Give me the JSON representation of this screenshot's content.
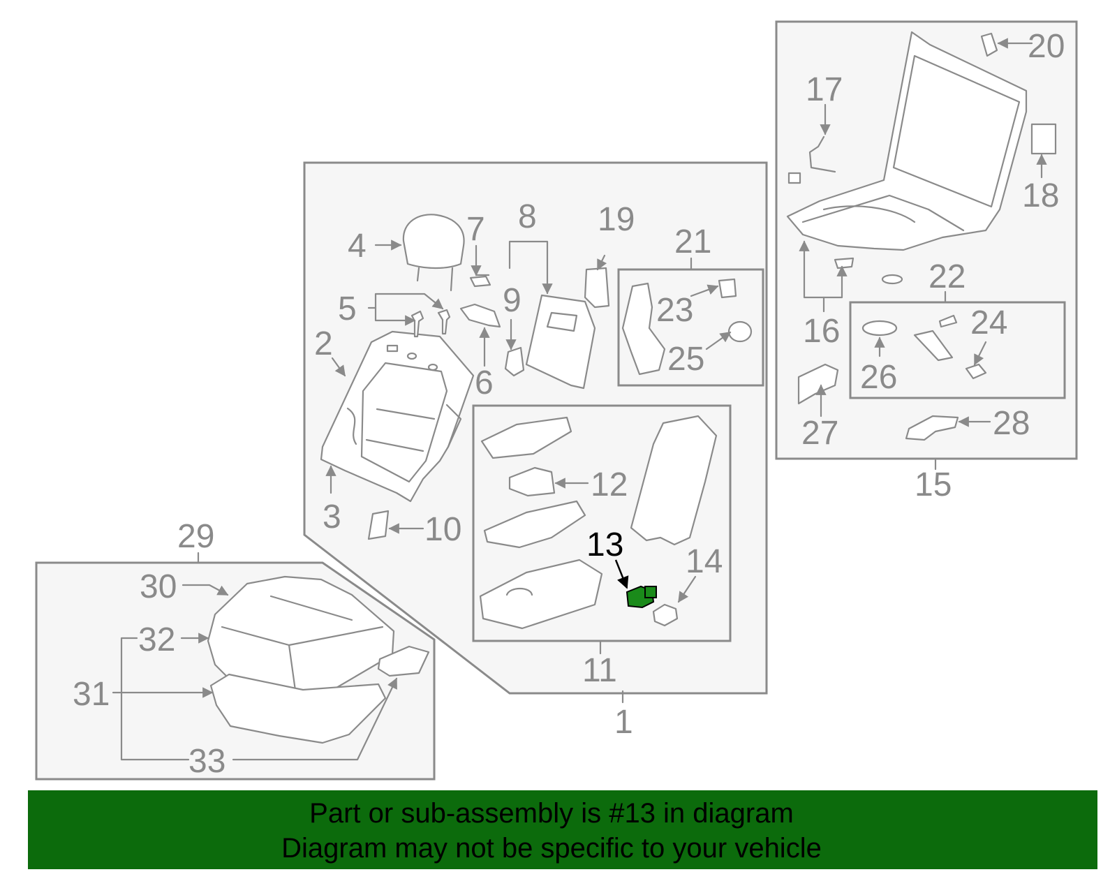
{
  "diagram": {
    "highlight_color": "#1a8a1a",
    "line_color": "#8a8a8a",
    "labels": {
      "l1": "1",
      "l2": "2",
      "l3": "3",
      "l4": "4",
      "l5": "5",
      "l6": "6",
      "l7": "7",
      "l8": "8",
      "l9": "9",
      "l10": "10",
      "l11": "11",
      "l12": "12",
      "l13": "13",
      "l14": "14",
      "l15": "15",
      "l16": "16",
      "l17": "17",
      "l18": "18",
      "l19": "19",
      "l20": "20",
      "l21": "21",
      "l22": "22",
      "l23": "23",
      "l24": "24",
      "l25": "25",
      "l26": "26",
      "l27": "27",
      "l28": "28",
      "l29": "29",
      "l30": "30",
      "l31": "31",
      "l32": "32",
      "l33": "33"
    }
  },
  "banner": {
    "color": "#0c6b0c",
    "line1": "Part or sub-assembly is #13 in diagram",
    "line2": "Diagram may not be specific to your vehicle"
  }
}
